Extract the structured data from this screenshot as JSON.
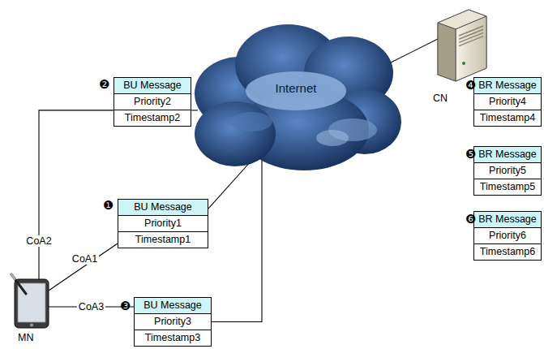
{
  "diagram": {
    "nodes": [
      {
        "text": [
          "CN"
        ]
      },
      {
        "text": [
          "Internet"
        ]
      },
      {
        "text": [
          "BU Message",
          "Priority2",
          "Timestamp2"
        ]
      },
      {
        "text": [
          "BU Message",
          "Priority1",
          "Timestamp1"
        ]
      },
      {
        "text": [
          "BU Message",
          "Priority3",
          "Timestamp3"
        ]
      },
      {
        "text": [
          "BR Message",
          "Priority4",
          "Timestamp4"
        ]
      },
      {
        "text": [
          "BR Message",
          "Priority5",
          "Timestamp5"
        ]
      },
      {
        "text": [
          "BR Message",
          "Priority6",
          "Timestamp6"
        ]
      },
      {
        "text": [
          "MN"
        ]
      }
    ],
    "edges": [
      {
        "from": 8,
        "to": 2,
        "arrow": "none",
        "label": "CoA2"
      },
      {
        "from": 2,
        "to": 1,
        "arrow": "none"
      },
      {
        "from": 8,
        "to": 3,
        "arrow": "none",
        "label": "CoA1"
      },
      {
        "from": 3,
        "to": 1,
        "arrow": "none"
      },
      {
        "from": 8,
        "to": 4,
        "arrow": "none",
        "label": "CoA3"
      },
      {
        "from": 4,
        "to": 1,
        "arrow": "none"
      },
      {
        "from": 1,
        "to": 0,
        "arrow": "none"
      }
    ],
    "labels": [
      "❷",
      "❶",
      "❸",
      "❹",
      "❺",
      "❻"
    ]
  }
}
